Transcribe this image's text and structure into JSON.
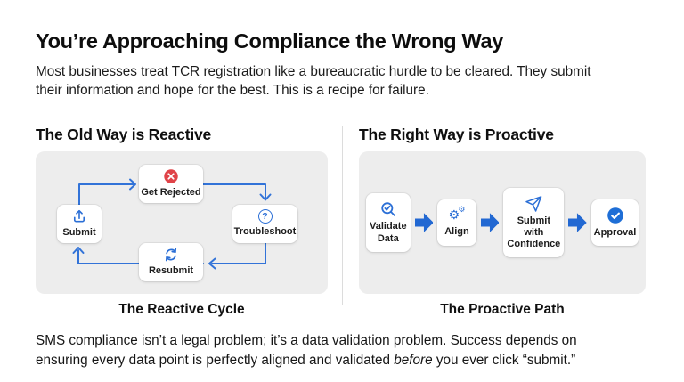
{
  "colors": {
    "accent_blue": "#2268d2",
    "line_blue": "#3273d8",
    "danger_red": "#e04348",
    "panel_bg": "#ededed",
    "divider_gray": "#dcdcdc"
  },
  "header": {
    "title": "You’re Approaching Compliance the Wrong Way",
    "subtitle_line1": "Most businesses treat TCR registration like a bureaucratic hurdle to be cleared. They submit",
    "subtitle_line2": "their information and hope for the best. This is a recipe for failure."
  },
  "old_way": {
    "heading": "The Old Way is Reactive",
    "caption": "The Reactive Cycle",
    "nodes": [
      {
        "label": "Submit",
        "icon": "upload-icon"
      },
      {
        "label": "Get Rejected",
        "icon": "x-circle-icon"
      },
      {
        "label": "Troubleshoot",
        "icon": "question-circle-icon"
      },
      {
        "label": "Resubmit",
        "icon": "refresh-icon"
      }
    ]
  },
  "right_way": {
    "heading": "The Right Way is Proactive",
    "caption": "The Proactive Path",
    "steps": [
      {
        "label": "Validate Data",
        "icon": "search-check-icon"
      },
      {
        "label": "Align",
        "icon": "gears-icon"
      },
      {
        "label": "Submit with Confidence",
        "icon": "paper-plane-icon"
      },
      {
        "label": "Approval",
        "icon": "check-circle-icon"
      }
    ]
  },
  "icons": {
    "gear_glyph": "⚙",
    "question_glyph": "?"
  },
  "footer": {
    "line1": "SMS compliance isn’t a legal problem; it’s a data validation problem. Success depends on",
    "line2_part1": "ensuring every data point is perfectly aligned and validated ",
    "line2_italic": "before",
    "line2_part2": " you ever click “submit.”"
  }
}
